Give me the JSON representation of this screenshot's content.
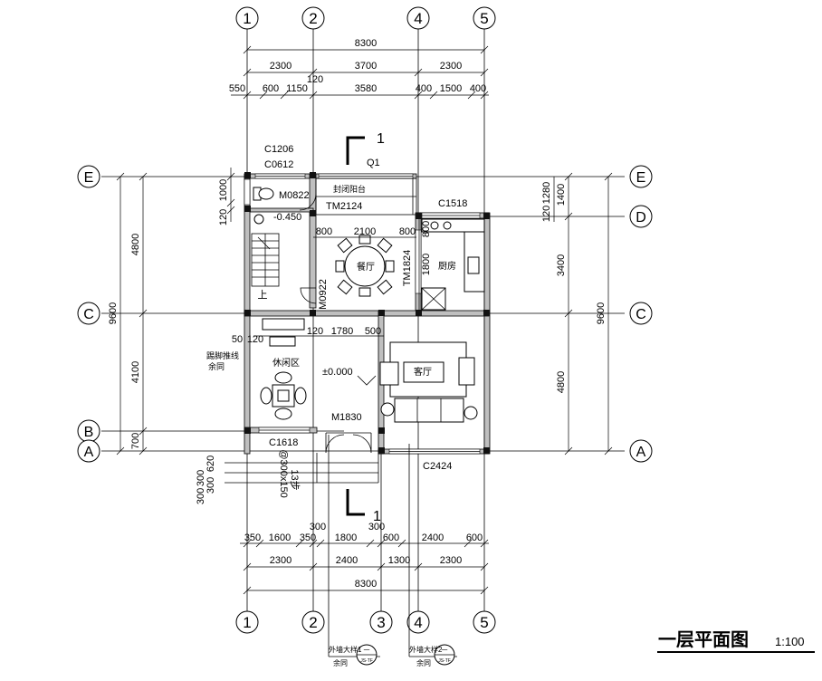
{
  "drawing": {
    "title": "一层平面图",
    "scale": "1:100"
  },
  "grid": {
    "top_axes": [
      "1",
      "2",
      "4",
      "5"
    ],
    "bottom_axes": [
      "1",
      "2",
      "3",
      "4",
      "5"
    ],
    "left_axes": [
      "E",
      "C",
      "B",
      "A"
    ],
    "right_axes": [
      "E",
      "D",
      "C",
      "A"
    ]
  },
  "dimensions": {
    "top_total": "8300",
    "top_row2": [
      "2300",
      "3700",
      "2300"
    ],
    "top_row3": [
      "550",
      "600",
      "1150",
      "120",
      "3580",
      "400",
      "1500",
      "400"
    ],
    "bottom_row1": [
      "350",
      "1600",
      "350",
      "300",
      "1800",
      "300",
      "600",
      "2400",
      "600"
    ],
    "bottom_row2": [
      "2300",
      "2400",
      "1300",
      "2300"
    ],
    "bottom_total": "8300",
    "left_outer_total": "9600",
    "left_row": [
      "4800",
      "4100",
      "700"
    ],
    "left_inner": [
      "1000",
      "120"
    ],
    "right_outer_total": "9600",
    "right_row": [
      "1400",
      "3400",
      "4800"
    ],
    "right_inner": [
      "1280",
      "120"
    ],
    "interior": [
      "800",
      "2100",
      "800",
      "800",
      "1800",
      "120",
      "1780",
      "500",
      "50",
      "120"
    ],
    "stairs_front": [
      "300",
      "620",
      "300",
      "300"
    ]
  },
  "labels": {
    "windows_doors": [
      "C1206",
      "C0612",
      "Q1",
      "M0822",
      "封闭阳台",
      "TM2124",
      "C1518",
      "TM1824",
      "M0922",
      "M1830",
      "C1618",
      "C2424"
    ],
    "rooms": [
      "餐厅",
      "厨房",
      "休闲区",
      "客厅",
      "上"
    ],
    "elevations": [
      "-0.450",
      "±0.000"
    ],
    "section_mark": "1",
    "misc": [
      "踢脚推线",
      "余同",
      "@300x150",
      "13步"
    ],
    "callouts": [
      {
        "title": "外墙大样1",
        "sub": "余同",
        "ref": "一",
        "sheet": "JS-TF"
      },
      {
        "title": "外墙大样2",
        "sub": "余同",
        "ref": "一",
        "sheet": "JS-TF"
      }
    ]
  }
}
